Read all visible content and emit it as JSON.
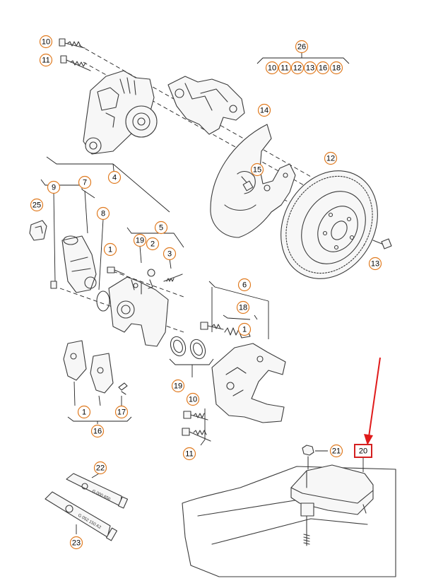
{
  "accent_color": "#e07a1f",
  "highlight_color": "#d42020",
  "arrow_color": "#e01a1a",
  "callouts": {
    "c10a": "10",
    "c11a": "11",
    "c26": "26",
    "c26_10": "10",
    "c26_11": "11",
    "c26_12": "12",
    "c26_13": "13",
    "c26_16": "16",
    "c26_18": "18",
    "c14": "14",
    "c15": "15",
    "c12": "12",
    "c13": "13",
    "c4": "4",
    "c9": "9",
    "c7": "7",
    "c25": "25",
    "c8": "8",
    "c5": "5",
    "c19a": "19",
    "c2": "2",
    "c1a": "1",
    "c3": "3",
    "c6": "6",
    "c18": "18",
    "c1b": "1",
    "c19b": "19",
    "c10b": "10",
    "c11b": "11",
    "c1c": "1",
    "c17": "17",
    "c16": "16",
    "c21": "21",
    "c20": "20",
    "c22": "22",
    "c23": "23"
  },
  "tube_labels": {
    "tube22": "G 000 650",
    "tube23": "G 052 150 A2"
  }
}
